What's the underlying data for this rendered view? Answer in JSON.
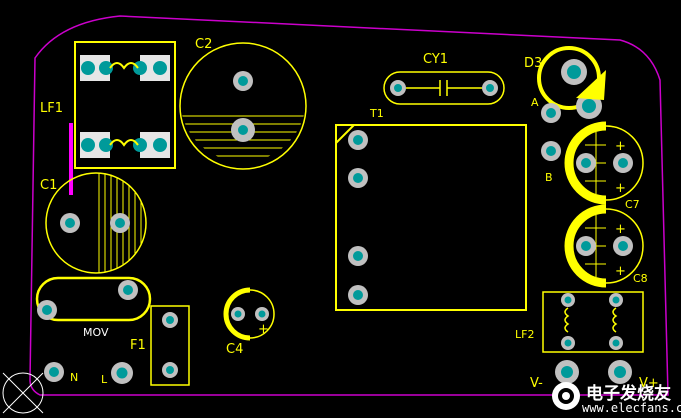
{
  "colors": {
    "background": "#000000",
    "outline": "#cc00cc",
    "silkscreen": "#ffff00",
    "pad": "#c0c0c0",
    "hole": "#009a9a",
    "magenta_trace": "#ff00ff"
  },
  "labels": {
    "lf1": "LF1",
    "c1": "C1",
    "c2": "C2",
    "cy1": "CY1",
    "d3": "D3",
    "a": "A",
    "b": "B",
    "t1": "T1",
    "c7": "C7",
    "c8": "C8",
    "lf2": "LF2",
    "c4": "C4",
    "f1": "F1",
    "mov": "MOV",
    "n": "N",
    "l": "L",
    "v_minus": "V-",
    "v_plus": "V+",
    "plus": "+"
  },
  "watermark": {
    "icon": "circuit-logo-icon",
    "title": "电子发烧友",
    "subtitle": "www.elecfans.com"
  }
}
